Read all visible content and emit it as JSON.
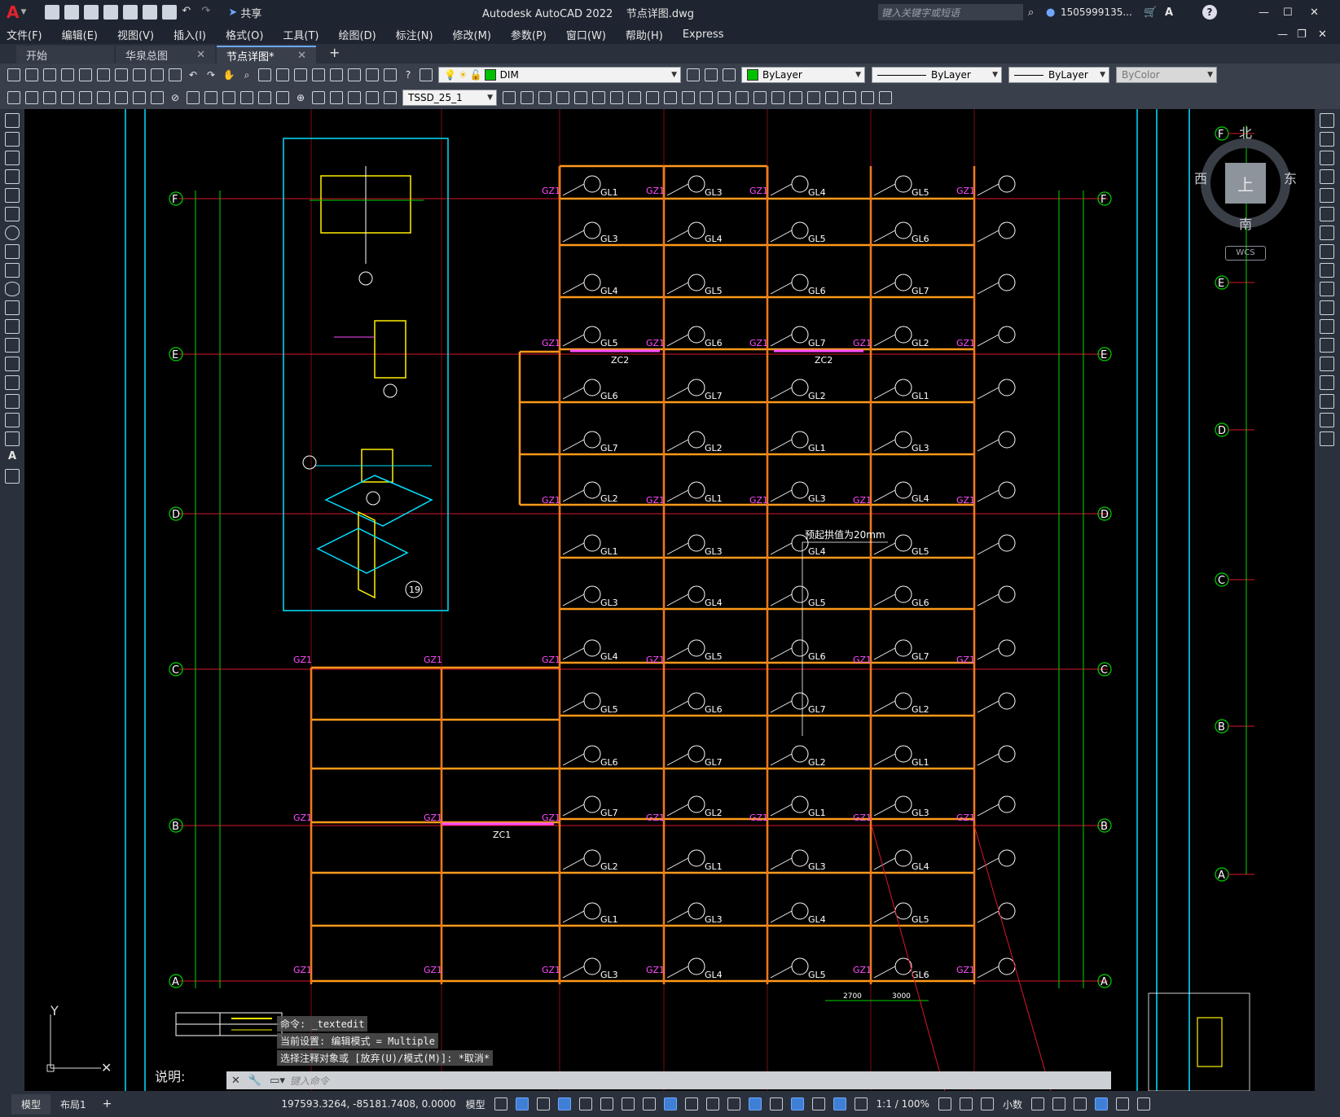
{
  "titlebar": {
    "app_letter": "A",
    "share_label": "共享",
    "title": "Autodesk AutoCAD 2022    节点详图.dwg",
    "search_placeholder": "键入关键字或短语",
    "user": "1505999135...",
    "help": "?"
  },
  "menu": [
    "文件(F)",
    "编辑(E)",
    "视图(V)",
    "插入(I)",
    "格式(O)",
    "工具(T)",
    "绘图(D)",
    "标注(N)",
    "修改(M)",
    "参数(P)",
    "窗口(W)",
    "帮助(H)",
    "Express"
  ],
  "tabs": [
    {
      "label": "开始",
      "closable": false,
      "active": false
    },
    {
      "label": "华泉总图",
      "closable": true,
      "active": false
    },
    {
      "label": "节点详图*",
      "closable": true,
      "active": true
    }
  ],
  "toolbar": {
    "layer_name": "DIM",
    "color_value": "ByLayer",
    "linetype_value": "ByLayer",
    "lineweight_value": "ByLayer",
    "plotstyle_value": "ByColor",
    "textstyle_value": "TSSD_25_1"
  },
  "viewcube": {
    "north": "北",
    "south": "南",
    "east": "东",
    "west": "西",
    "top": "上",
    "wcs": "WCS"
  },
  "command": {
    "history": [
      "命令:  _textedit",
      "当前设置: 编辑模式 = Multiple",
      "选择注释对象或 [放弃(U)/模式(M)]: *取消*"
    ],
    "placeholder": "键入命令"
  },
  "explain_label": "说明:",
  "ucs": {
    "y": "Y"
  },
  "status": {
    "model_tab": "模型",
    "layout_tab": "布局1",
    "add_tab": "+",
    "coords": "197593.3264, -85181.7408, 0.0000",
    "space": "模型",
    "scale": "1:1 / 100%",
    "units": "小数"
  },
  "drawing": {
    "grid_rows": [
      "F",
      "E",
      "D",
      "C",
      "B",
      "A"
    ],
    "beam_labels": [
      "GL1",
      "GL3",
      "GL4",
      "GL5",
      "GL6",
      "GL7",
      "GL2"
    ],
    "column_label": "GZ1",
    "brace_labels": [
      "ZC1",
      "ZC2"
    ],
    "note": "预起拱值为20mm",
    "detail_number": "19",
    "span_labels": [
      "2700",
      "3000"
    ]
  },
  "colors": {
    "title_bg": "#1f2530",
    "toolbar_bg": "#3a404b",
    "viewport_bg": "#000000",
    "grid_red": "#d8182a",
    "beam_orange": "#ff9a1a",
    "column_green": "#00d400",
    "label_magenta": "#ff4dff",
    "cyan": "#00e0ff"
  }
}
